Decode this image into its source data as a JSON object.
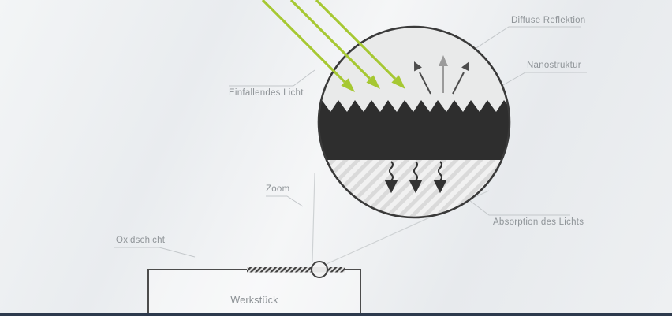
{
  "diagram": {
    "title_hint": "laser-marking nanostructure zoom diagram",
    "labels": {
      "diffuse_reflection": "Diffuse Reflektion",
      "nanostructure": "Nanostruktur",
      "incident_light": "Einfallendes Licht",
      "zoom": "Zoom",
      "oxide_layer": "Oxidschicht",
      "absorption": "Absorption des Lichts",
      "workpiece": "Werkstück"
    },
    "colors": {
      "incident_light_green": "#a6c832",
      "reflection_arrow_dark": "#4d4d4d",
      "reflection_arrow_light": "#9b9b9b",
      "nanostructure_black": "#2e2e2e",
      "circle_stroke": "#3a3a3a",
      "label_text": "#8f9498",
      "leader_line": "#c3c7ca",
      "hatch_stripe": "#dadada",
      "bottom_bar": "#2d3a4d"
    }
  }
}
